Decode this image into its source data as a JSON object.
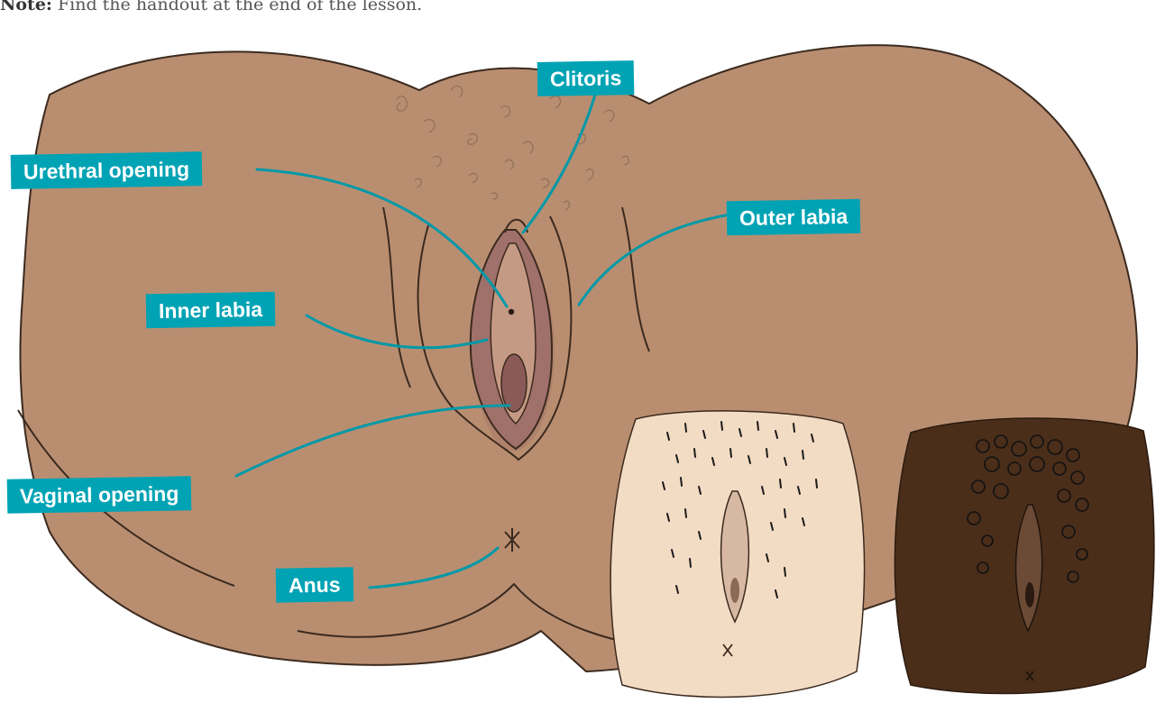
{
  "note": {
    "prefix": "Note:",
    "text": " Find the handout at the end of the lesson."
  },
  "labels": {
    "clitoris": "Clitoris",
    "urethral_opening": "Urethral opening",
    "outer_labia": "Outer labia",
    "inner_labia": "Inner labia",
    "vaginal_opening": "Vaginal opening",
    "anus": "Anus"
  },
  "colors": {
    "label_bg": "#00a3b4",
    "leader_line": "#0099a8",
    "skin_medium": "#b98e70",
    "skin_light": "#f3dcc4",
    "skin_dark": "#4a2e1a",
    "outline": "#3b2a1f",
    "inner_tissue": "#a0706a"
  }
}
